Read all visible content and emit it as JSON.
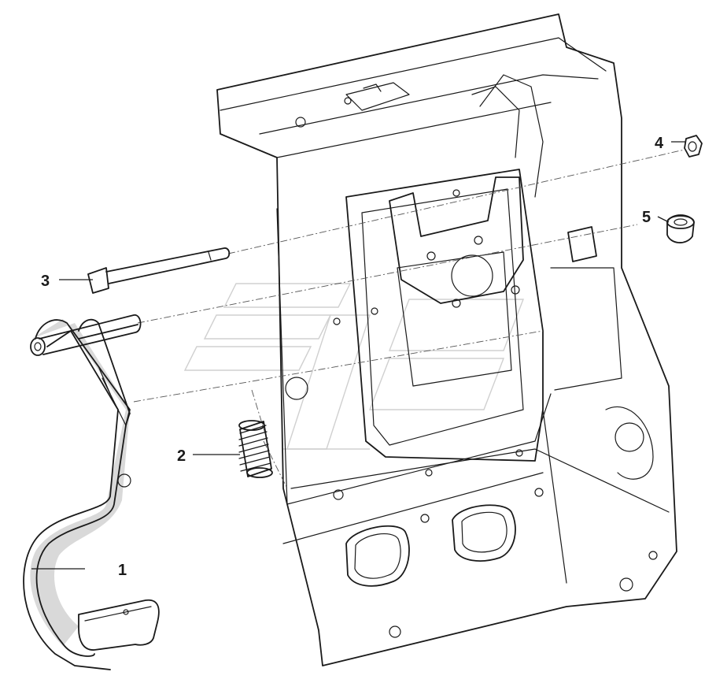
{
  "callouts": [
    {
      "id": "1",
      "label": "1",
      "part": "pedal-arm"
    },
    {
      "id": "2",
      "label": "2",
      "part": "spring"
    },
    {
      "id": "3",
      "label": "3",
      "part": "bolt"
    },
    {
      "id": "4",
      "label": "4",
      "part": "nut"
    },
    {
      "id": "5",
      "label": "5",
      "part": "bushing"
    }
  ],
  "colors": {
    "line": "#1a1a1a",
    "shade": "#d9d9d9",
    "watermark": "#d0d0d0",
    "background": "#ffffff"
  }
}
